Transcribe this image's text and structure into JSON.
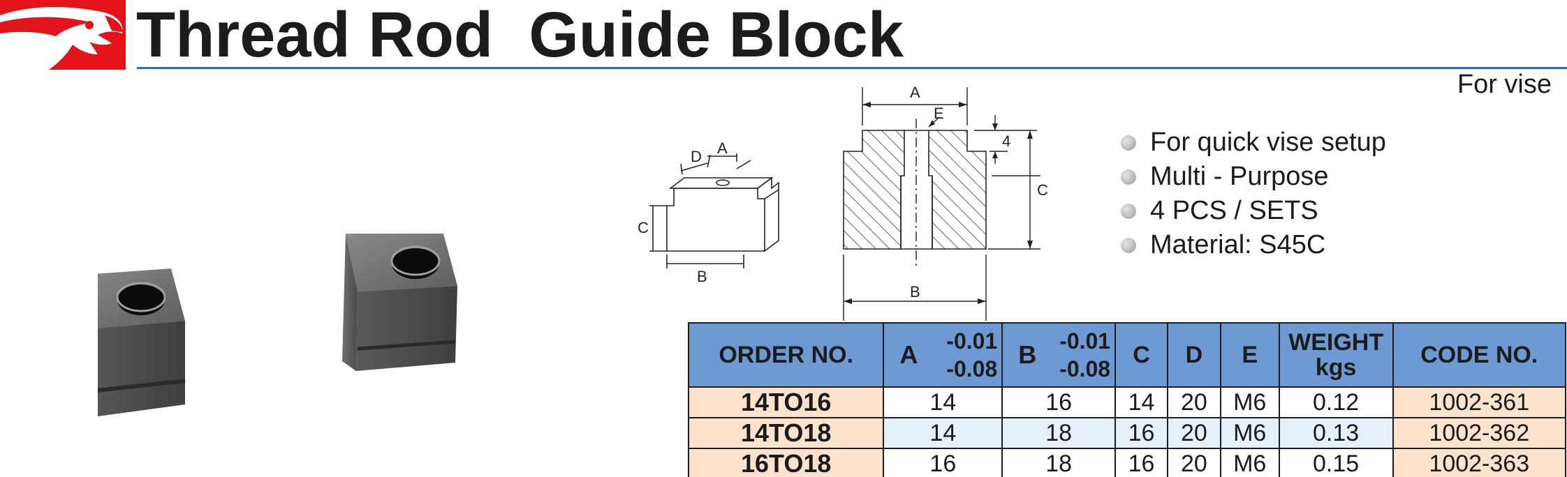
{
  "header": {
    "title": "Thread Rod  Guide Block",
    "subtitle": "For vise"
  },
  "brand": {
    "color": "#e3141b",
    "logo_icon": "eagle-head-icon"
  },
  "accent_color": "#2f6db5",
  "drawings": {
    "iso_labels": {
      "a": "A",
      "d": "D",
      "c": "C",
      "b": "B"
    },
    "section_labels": {
      "a": "A",
      "e": "E",
      "dim4": "4",
      "c": "C",
      "b": "B"
    }
  },
  "features": [
    "For quick vise setup",
    "Multi - Purpose",
    "4 PCS / SETS",
    "Material: S45C"
  ],
  "table": {
    "headers": {
      "order": "ORDER NO.",
      "a": "A",
      "a_tol_upper": "-0.01",
      "a_tol_lower": "-0.08",
      "b": "B",
      "b_tol_upper": "-0.01",
      "b_tol_lower": "-0.08",
      "c": "C",
      "d": "D",
      "e": "E",
      "weight_line1": "WEIGHT",
      "weight_line2": "kgs",
      "code": "CODE NO."
    },
    "rows": [
      {
        "order": "14TO16",
        "a": "14",
        "b": "16",
        "c": "14",
        "d": "20",
        "e": "M6",
        "weight": "0.12",
        "code": "1002-361"
      },
      {
        "order": "14TO18",
        "a": "14",
        "b": "18",
        "c": "16",
        "d": "20",
        "e": "M6",
        "weight": "0.13",
        "code": "1002-362"
      },
      {
        "order": "16TO18",
        "a": "16",
        "b": "18",
        "c": "16",
        "d": "20",
        "e": "M6",
        "weight": "0.15",
        "code": "1002-363"
      }
    ],
    "colors": {
      "header_bg": "#6d9ad3",
      "order_bg": "#fde3cc",
      "alt_row_bg": "#e4f1fb"
    }
  }
}
